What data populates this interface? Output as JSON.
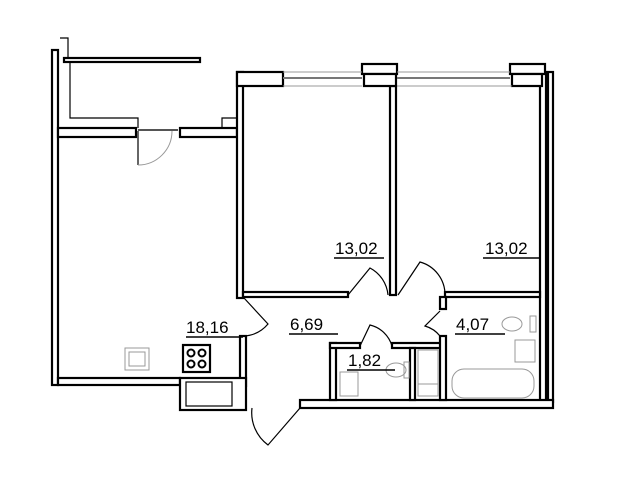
{
  "plan": {
    "rooms": [
      {
        "id": "kitchen-living",
        "area": "18,16"
      },
      {
        "id": "hallway",
        "area": "6,69"
      },
      {
        "id": "bedroom-1",
        "area": "13,02"
      },
      {
        "id": "bedroom-2",
        "area": "13,02"
      },
      {
        "id": "toilet",
        "area": "1,82"
      },
      {
        "id": "bathroom",
        "area": "4,07"
      }
    ]
  }
}
